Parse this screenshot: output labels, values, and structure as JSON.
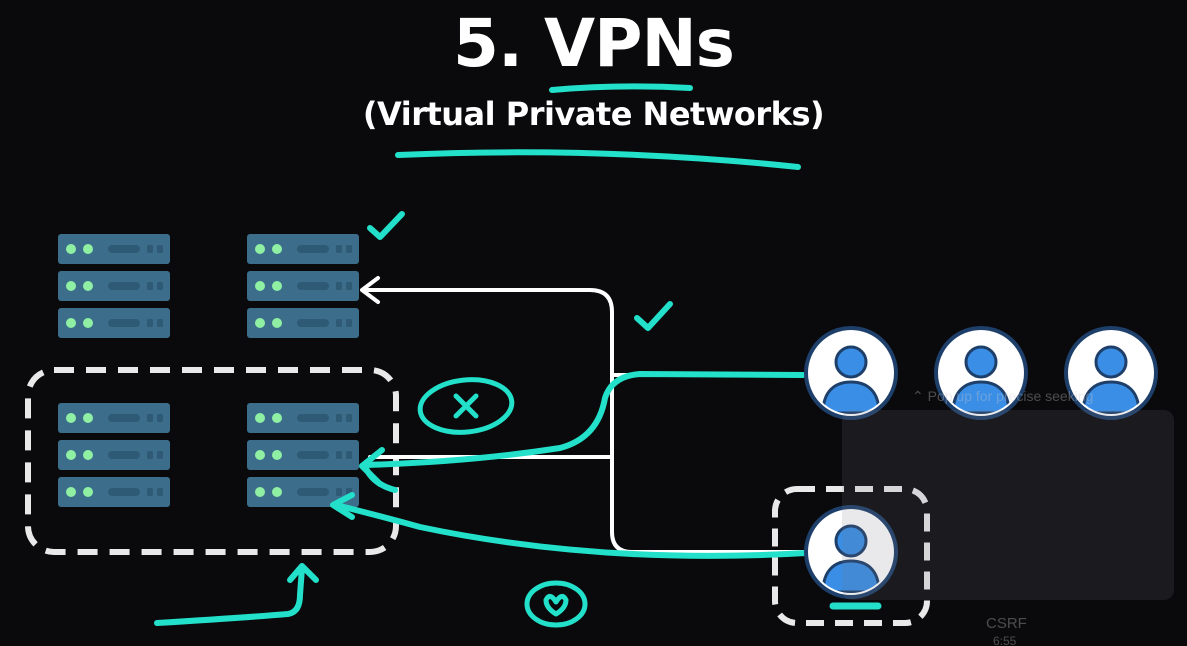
{
  "header": {
    "title": "5. VPNs",
    "subtitle": "(Virtual Private Networks)"
  },
  "overlay": {
    "hint": "Pop up for precise seeking",
    "footer_label": "CSRF",
    "footer_sub": "6:55"
  },
  "colors": {
    "accent": "#22e0c9",
    "server": "#3c6e8c",
    "server_slot": "#2e5a76",
    "led": "#8ff0a4",
    "user": "#3a8ee6",
    "line_white": "#ffffff",
    "dashed_box": "#e9e9ea"
  },
  "icons": {
    "server": "server-rack-icon",
    "user": "user-avatar-icon",
    "check": "check-icon",
    "x": "x-mark-icon",
    "heart": "heart-icon"
  }
}
